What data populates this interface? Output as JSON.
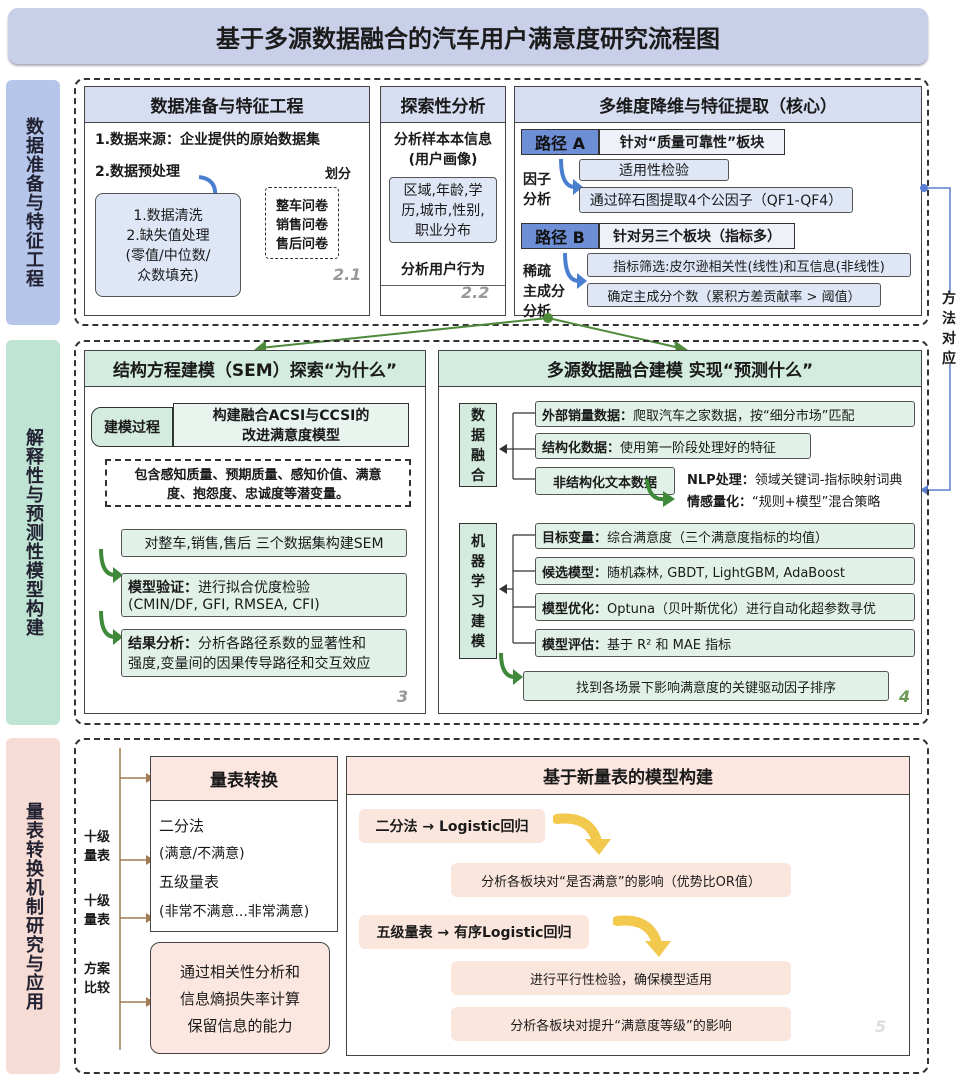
{
  "title": "基于多源数据融合的汽车用户满意度研究流程图",
  "sides": {
    "s1": "数据准备与特征工程",
    "s2": "解释性与预测性模型构建",
    "s3": "量表转换机制研究与应用"
  },
  "sec1": {
    "box1": {
      "header": "数据准备与特征工程",
      "line1": "1.数据来源：企业提供的原始数据集",
      "line2": "2.数据预处理",
      "divide": "划分",
      "inner": [
        "1.数据清洗",
        "2.缺失值处理",
        "(零值/中位数/",
        "众数填充)"
      ],
      "surveys": [
        "整车问卷",
        "销售问卷",
        "售后问卷"
      ],
      "label": "2.1"
    },
    "box2": {
      "header": "探索性分析",
      "profile_title": [
        "分析样本本信息",
        "(用户画像)"
      ],
      "profile_items": [
        "区域,年龄,学",
        "历,城市,性别,",
        "职业分布"
      ],
      "behavior": "分析用户行为",
      "label": "2.2"
    },
    "box3": {
      "header": "多维度降维与特征提取（核心）",
      "pathA_tag": "路径 A",
      "pathA_text": "针对“质量可靠性”板块",
      "factor_label": [
        "因子",
        "分析"
      ],
      "a1": "适用性检验",
      "a2": "通过碎石图提取4个公因子（QF1-QF4）",
      "pathB_tag": "路径 B",
      "pathB_text": "针对另三个板块（指标多）",
      "pca_label": [
        "稀疏",
        "主成分",
        "分析"
      ],
      "b1": "指标筛选:皮尔逊相关性(线性)和互信息(非线性)",
      "b2": "确定主成分个数（累积方差贡献率 > 阈值）"
    },
    "method_label": [
      "方",
      "法",
      "对",
      "应"
    ]
  },
  "sec2": {
    "sem": {
      "header": "结构方程建模（SEM）探索“为什么”",
      "process_tag": "建模过程",
      "process_text": [
        "构建融合ACSI与CCSI的",
        "改进满意度模型"
      ],
      "latent": [
        "包含感知质量、预期质量、感知价值、满意",
        "度、抱怨度、忠诚度等潜变量。"
      ],
      "step1": "对整车,销售,售后 三个数据集构建SEM",
      "step2_b": "模型验证：",
      "step2": "进行拟合优度检验",
      "step2_2": "(CMIN/DF, GFI, RMSEA, CFI)",
      "step3_b": "结果分析：",
      "step3": "分析各路径系数的显著性和",
      "step3_2": "强度,变量间的因果传导路径和交互效应",
      "label": "3"
    },
    "ml": {
      "header": "多源数据融合建模 实现“预测什么”",
      "fusion_label": [
        "数",
        "据",
        "融",
        "合"
      ],
      "f1_b": "外部销量数据：",
      "f1": "爬取汽车之家数据，按“细分市场”匹配",
      "f2_b": "结构化数据：",
      "f2": "使用第一阶段处理好的特征",
      "f3_b": "非结构化文本数据",
      "nlp_b": "NLP处理：",
      "nlp": "领域关键词-指标映射词典",
      "emo_b": "情感量化：",
      "emo": "“规则+模型”混合策略",
      "ml_label": [
        "机",
        "器",
        "学",
        "习",
        "建",
        "模"
      ],
      "m1_b": "目标变量：",
      "m1": "综合满意度（三个满意度指标的均值）",
      "m2_b": "候选模型：",
      "m2": "随机森林, GBDT, LightGBM, AdaBoost",
      "m3_b": "模型优化：",
      "m3": "Optuna（贝叶斯优化）进行自动化超参数寻优",
      "m4_b": "模型评估：",
      "m4": "基于 R² 和 MAE 指标",
      "result": "找到各场景下影响满意度的关键驱动因子排序",
      "label": "4"
    }
  },
  "sec3": {
    "left_labels": [
      "十级",
      "量表",
      "十级",
      "量表",
      "方案",
      "比较"
    ],
    "scale": {
      "header": "量表转换",
      "l1": "二分法",
      "l2": "(满意/不满意)",
      "l3": "五级量表",
      "l4": "(非常不满意...非常满意)"
    },
    "compare": [
      "通过相关性分析和",
      "信息熵损失率计算",
      "保留信息的能力"
    ],
    "model": {
      "header": "基于新量表的模型构建",
      "r1": "二分法 → Logistic回归",
      "r1_text": "分析各板块对“是否满意”的影响（优势比OR值）",
      "r2": "五级量表 → 有序Logistic回归",
      "r2_text1": "进行平行性检验，确保模型适用",
      "r2_text2": "分析各板块对提升“满意度等级”的影响",
      "label": "5"
    }
  }
}
